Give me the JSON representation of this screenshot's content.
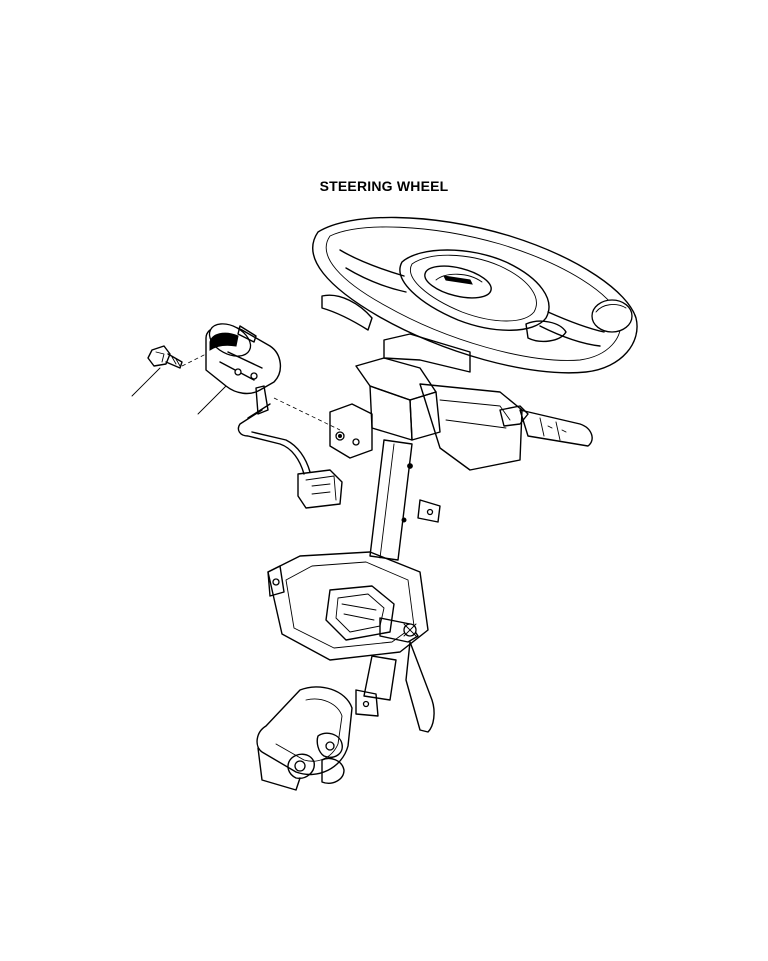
{
  "diagram": {
    "title": "STEERING WHEEL",
    "colors": {
      "ink": "#000000",
      "paper": "#ffffff"
    },
    "parts": [
      {
        "name": "bolt",
        "callout": "leader-line-1"
      },
      {
        "name": "ignition-switch",
        "callout": "leader-line-2"
      },
      {
        "name": "wire-harness-connector"
      },
      {
        "name": "steering-wheel"
      },
      {
        "name": "combination-switch-lever"
      },
      {
        "name": "steering-column"
      },
      {
        "name": "tilt-bracket"
      },
      {
        "name": "universal-joint"
      }
    ]
  }
}
